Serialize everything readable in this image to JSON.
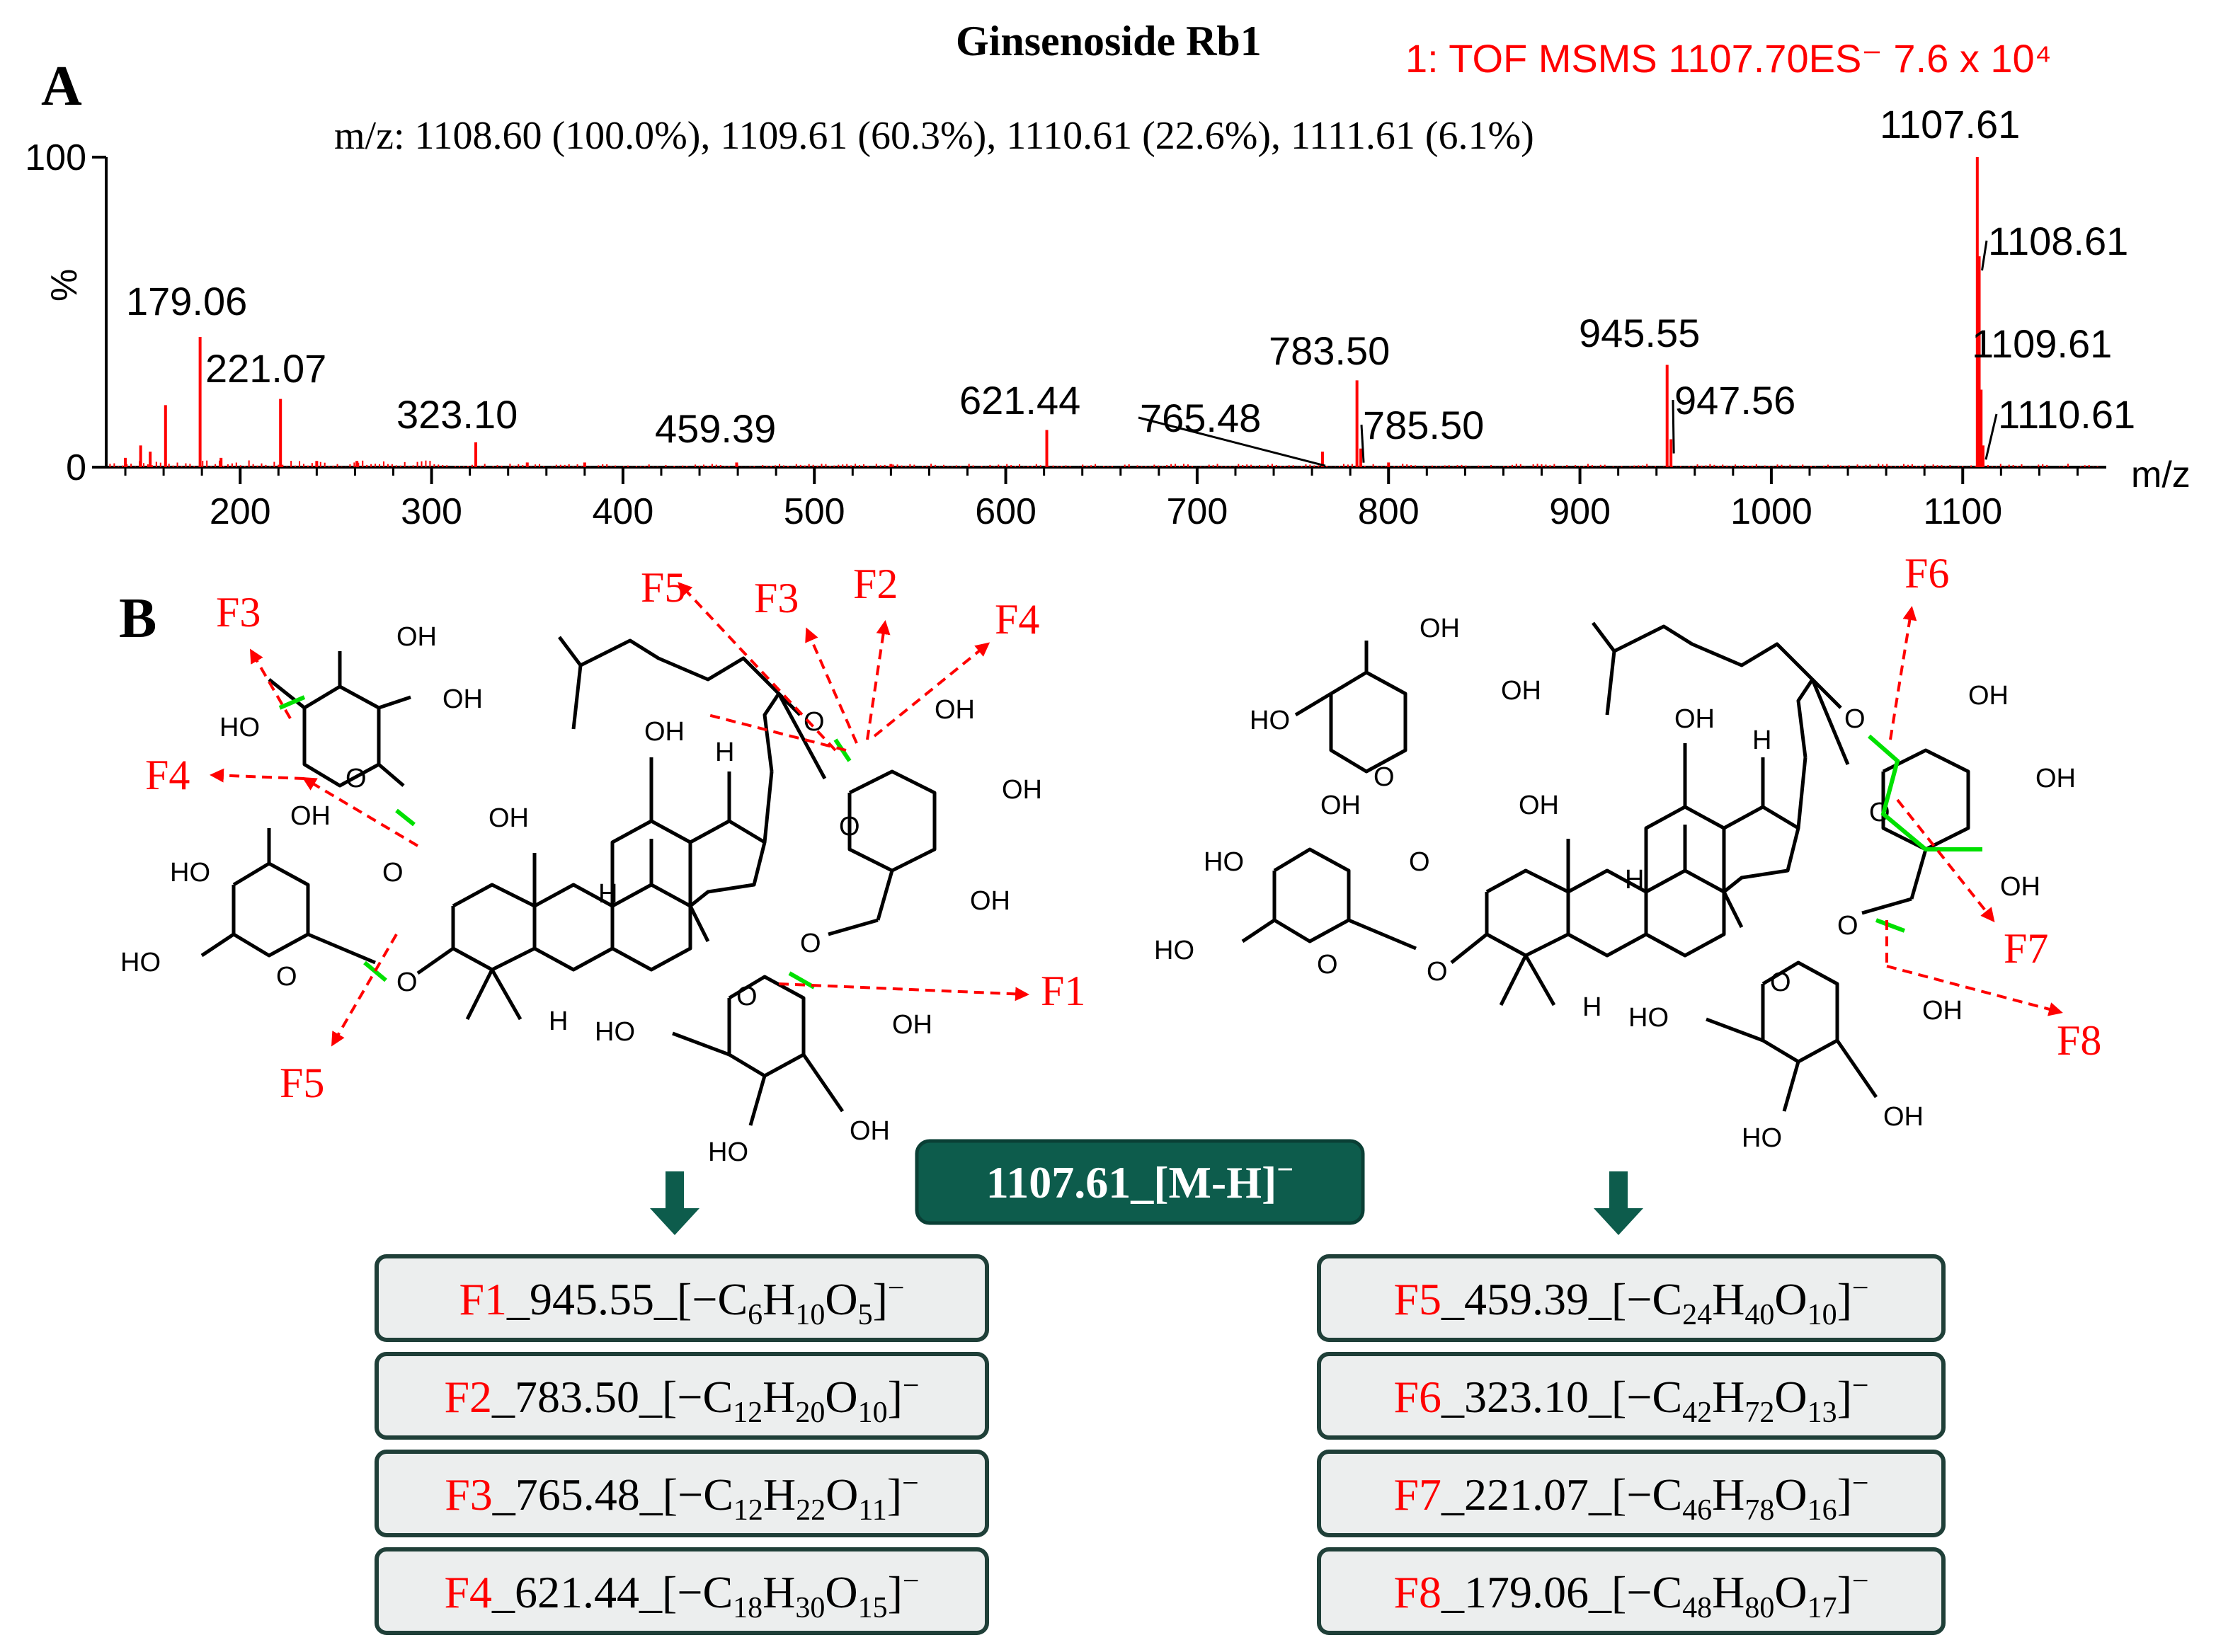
{
  "panel_a": {
    "letter": "A",
    "title": "Ginsenoside Rb1",
    "instrument": "1: TOF MSMS 1107.70ES⁻   7.6 x 10⁴",
    "isotope_formula": "m/z: 1108.60 (100.0%), 1109.61 (60.3%), 1110.61 (22.6%), 1111.61 (6.1%)"
  },
  "chart_data": {
    "type": "bar",
    "xlabel": "m/z",
    "ylabel": "%",
    "xlim": [
      130,
      1175
    ],
    "ylim": [
      0,
      100
    ],
    "xticks": [
      200,
      300,
      400,
      500,
      600,
      700,
      800,
      900,
      1000,
      1100
    ],
    "yticks": [
      0,
      100
    ],
    "color": "#ff0000",
    "peaks": [
      {
        "mz": 140,
        "intensity": 3
      },
      {
        "mz": 148,
        "intensity": 7
      },
      {
        "mz": 153,
        "intensity": 5
      },
      {
        "mz": 161,
        "intensity": 20
      },
      {
        "mz": 179.06,
        "intensity": 42
      },
      {
        "mz": 190,
        "intensity": 3
      },
      {
        "mz": 221.07,
        "intensity": 22
      },
      {
        "mz": 240,
        "intensity": 2
      },
      {
        "mz": 261,
        "intensity": 2
      },
      {
        "mz": 323.1,
        "intensity": 8
      },
      {
        "mz": 350,
        "intensity": 1.5
      },
      {
        "mz": 380,
        "intensity": 1.5
      },
      {
        "mz": 459.39,
        "intensity": 1.5
      },
      {
        "mz": 540,
        "intensity": 1
      },
      {
        "mz": 621.44,
        "intensity": 12
      },
      {
        "mz": 765.48,
        "intensity": 5
      },
      {
        "mz": 783.5,
        "intensity": 28
      },
      {
        "mz": 785.5,
        "intensity": 6
      },
      {
        "mz": 800,
        "intensity": 1.5
      },
      {
        "mz": 945.55,
        "intensity": 33
      },
      {
        "mz": 947.56,
        "intensity": 9
      },
      {
        "mz": 1107.61,
        "intensity": 100
      },
      {
        "mz": 1108.61,
        "intensity": 68
      },
      {
        "mz": 1109.61,
        "intensity": 25
      },
      {
        "mz": 1110.61,
        "intensity": 7
      }
    ],
    "peak_labels": [
      {
        "mz": 179.06,
        "text": "179.06"
      },
      {
        "mz": 221.07,
        "text": "221.07"
      },
      {
        "mz": 323.1,
        "text": "323.10"
      },
      {
        "mz": 459.39,
        "text": "459.39"
      },
      {
        "mz": 621.44,
        "text": "621.44"
      },
      {
        "mz": 765.48,
        "text": "765.48"
      },
      {
        "mz": 783.5,
        "text": "783.50"
      },
      {
        "mz": 785.5,
        "text": "785.50"
      },
      {
        "mz": 945.55,
        "text": "945.55"
      },
      {
        "mz": 947.56,
        "text": "947.56"
      },
      {
        "mz": 1107.61,
        "text": "1107.61"
      },
      {
        "mz": 1108.61,
        "text": "1108.61"
      },
      {
        "mz": 1109.61,
        "text": "1109.61"
      },
      {
        "mz": 1110.61,
        "text": "1110.61"
      }
    ]
  },
  "panel_b": {
    "letter": "B",
    "fragment_tags": {
      "f1": "F1",
      "f2": "F2",
      "f3": "F3",
      "f4": "F4",
      "f5": "F5",
      "f6": "F6",
      "f7": "F7",
      "f8": "F8"
    },
    "atoms": {
      "oh": "OH",
      "ho": "HO",
      "o": "O",
      "h": "H"
    },
    "precursor": {
      "mz": "1107.61",
      "ion": "[M-H]",
      "charge": "−"
    },
    "fragments_left": [
      {
        "tag": "F1",
        "mz": "945.55",
        "c": "6",
        "h": "10",
        "o": "5"
      },
      {
        "tag": "F2",
        "mz": "783.50",
        "c": "12",
        "h": "20",
        "o": "10"
      },
      {
        "tag": "F3",
        "mz": "765.48",
        "c": "12",
        "h": "22",
        "o": "11"
      },
      {
        "tag": "F4",
        "mz": "621.44",
        "c": "18",
        "h": "30",
        "o": "15"
      }
    ],
    "fragments_right": [
      {
        "tag": "F5",
        "mz": "459.39",
        "c": "24",
        "h": "40",
        "o": "10"
      },
      {
        "tag": "F6",
        "mz": "323.10",
        "c": "42",
        "h": "72",
        "o": "13"
      },
      {
        "tag": "F7",
        "mz": "221.07",
        "c": "46",
        "h": "78",
        "o": "16"
      },
      {
        "tag": "F8",
        "mz": "179.06",
        "c": "48",
        "h": "80",
        "o": "17"
      }
    ],
    "colors": {
      "box_fill": "#eceeee",
      "box_border": "#1f3f38",
      "badge": "#0d5c4c",
      "arrow": "#0d5c4c",
      "fragment_red": "#ff0000",
      "cleavage": "#00e000"
    }
  }
}
